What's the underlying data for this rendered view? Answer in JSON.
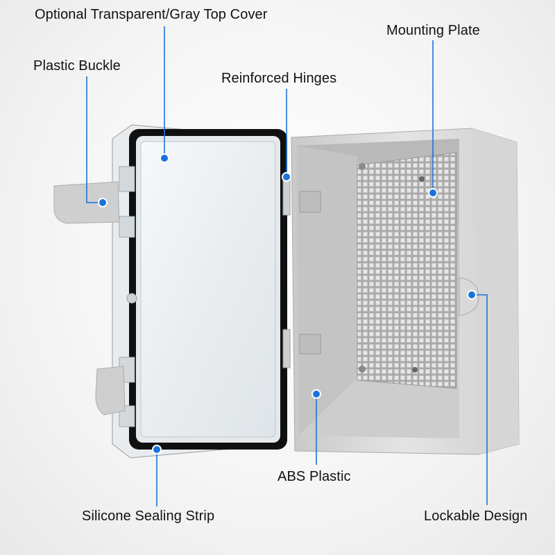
{
  "labels": {
    "top_cover": "Optional Transparent/Gray Top Cover",
    "mounting_plate": "Mounting Plate",
    "plastic_buckle": "Plastic Buckle",
    "hinges": "Reinforced Hinges",
    "abs_plastic": "ABS Plastic",
    "sealing_strip": "Silicone Sealing Strip",
    "lockable": "Lockable Design"
  },
  "colors": {
    "callout": "#1a73d9",
    "box_gray": "#dcdcdc",
    "seal": "#111111"
  }
}
